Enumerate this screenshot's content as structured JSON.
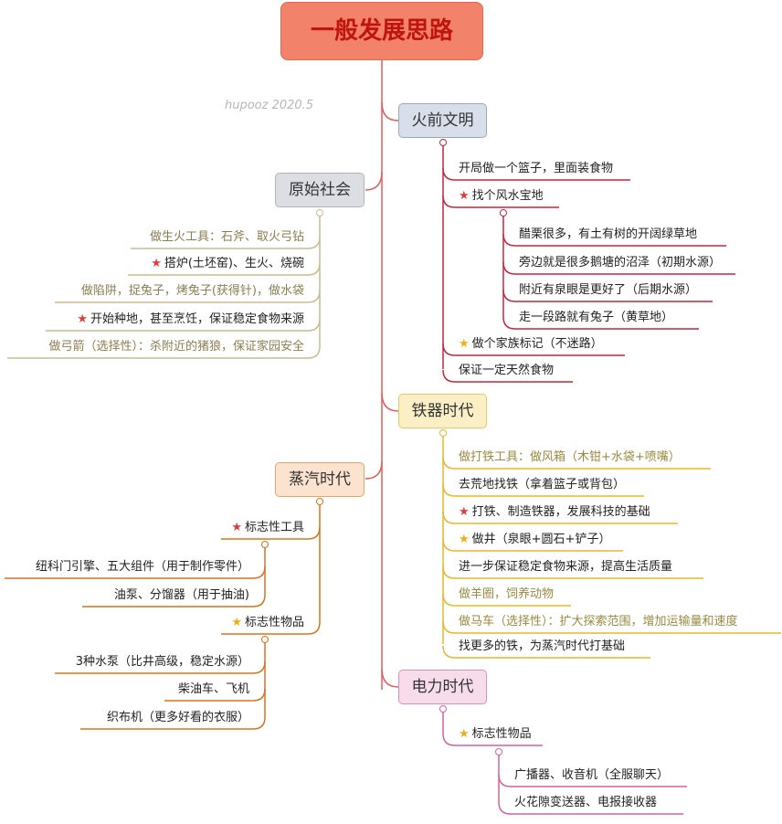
{
  "title": "一般发展思路",
  "watermark": "hupooz 2020.5",
  "colors": {
    "trunk": "#e55b5b",
    "fire": "#c9243f",
    "primitive": "#c8bc8f",
    "iron": "#e6b82c",
    "steam": "#d7731c",
    "electric": "#d4639c",
    "star_red": "#e23b3b",
    "star_gold": "#f0ae16"
  },
  "branches": {
    "fire": {
      "label": "火前文明",
      "items": [
        {
          "text": "开局做一个篮子，里面装食物",
          "star": ""
        },
        {
          "text": "找个风水宝地",
          "star": "red"
        },
        {
          "text": "做个家族标记（不迷路）",
          "star": "gold"
        },
        {
          "text": "保证一定天然食物",
          "star": ""
        }
      ],
      "sub_items": [
        {
          "text": "醋栗很多，有土有树的开阔绿草地"
        },
        {
          "text": "旁边就是很多鹅塘的沼泽（初期水源）"
        },
        {
          "text": "附近有泉眼是更好了（后期水源）"
        },
        {
          "text": "走一段路就有兔子（黄草地）"
        }
      ]
    },
    "primitive": {
      "label": "原始社会",
      "items": [
        {
          "text": "做生火工具：石斧、取火弓钻",
          "star": ""
        },
        {
          "text": "搭炉(土坯窑)、生火、烧碗",
          "star": "red"
        },
        {
          "text": "做陷阱，捉兔子，烤兔子(获得针)，做水袋",
          "star": ""
        },
        {
          "text": "开始种地，甚至烹饪，保证稳定食物来源",
          "star": "red"
        },
        {
          "text": "做弓箭（选择性）：杀附近的猪狼，保证家园安全",
          "star": ""
        }
      ]
    },
    "iron": {
      "label": "铁器时代",
      "items": [
        {
          "text": "做打铁工具：做风箱（木钳+水袋+喷嘴）",
          "star": ""
        },
        {
          "text": "去荒地找铁（拿着篮子或背包）",
          "star": ""
        },
        {
          "text": "打铁、制造铁器，发展科技的基础",
          "star": "red"
        },
        {
          "text": "做井（泉眼+圆石+铲子）",
          "star": "gold"
        },
        {
          "text": "进一步保证稳定食物来源，提高生活质量",
          "star": ""
        },
        {
          "text": "做羊圈，饲养动物",
          "star": ""
        },
        {
          "text": "做马车（选择性）：扩大探索范围，增加运输量和速度",
          "star": ""
        },
        {
          "text": "找更多的铁，为蒸汽时代打基础",
          "star": ""
        }
      ]
    },
    "steam": {
      "label": "蒸汽时代",
      "groups": [
        {
          "label": "标志性工具",
          "star": "red",
          "items": [
            {
              "text": "纽科门引擎、五大组件（用于制作零件）"
            },
            {
              "text": "油泵、分馏器（用于抽油)"
            }
          ]
        },
        {
          "label": "标志性物品",
          "star": "gold",
          "items": [
            {
              "text": "3种水泵（比井高级，稳定水源）"
            },
            {
              "text": "柴油车、飞机"
            },
            {
              "text": "织布机（更多好看的衣服）"
            }
          ]
        }
      ]
    },
    "electric": {
      "label": "电力时代",
      "group": {
        "label": "标志性物品",
        "star": "gold",
        "items": [
          {
            "text": "广播器、收音机（全服聊天）"
          },
          {
            "text": "火花隙变送器、电报接收器"
          }
        ]
      }
    }
  }
}
